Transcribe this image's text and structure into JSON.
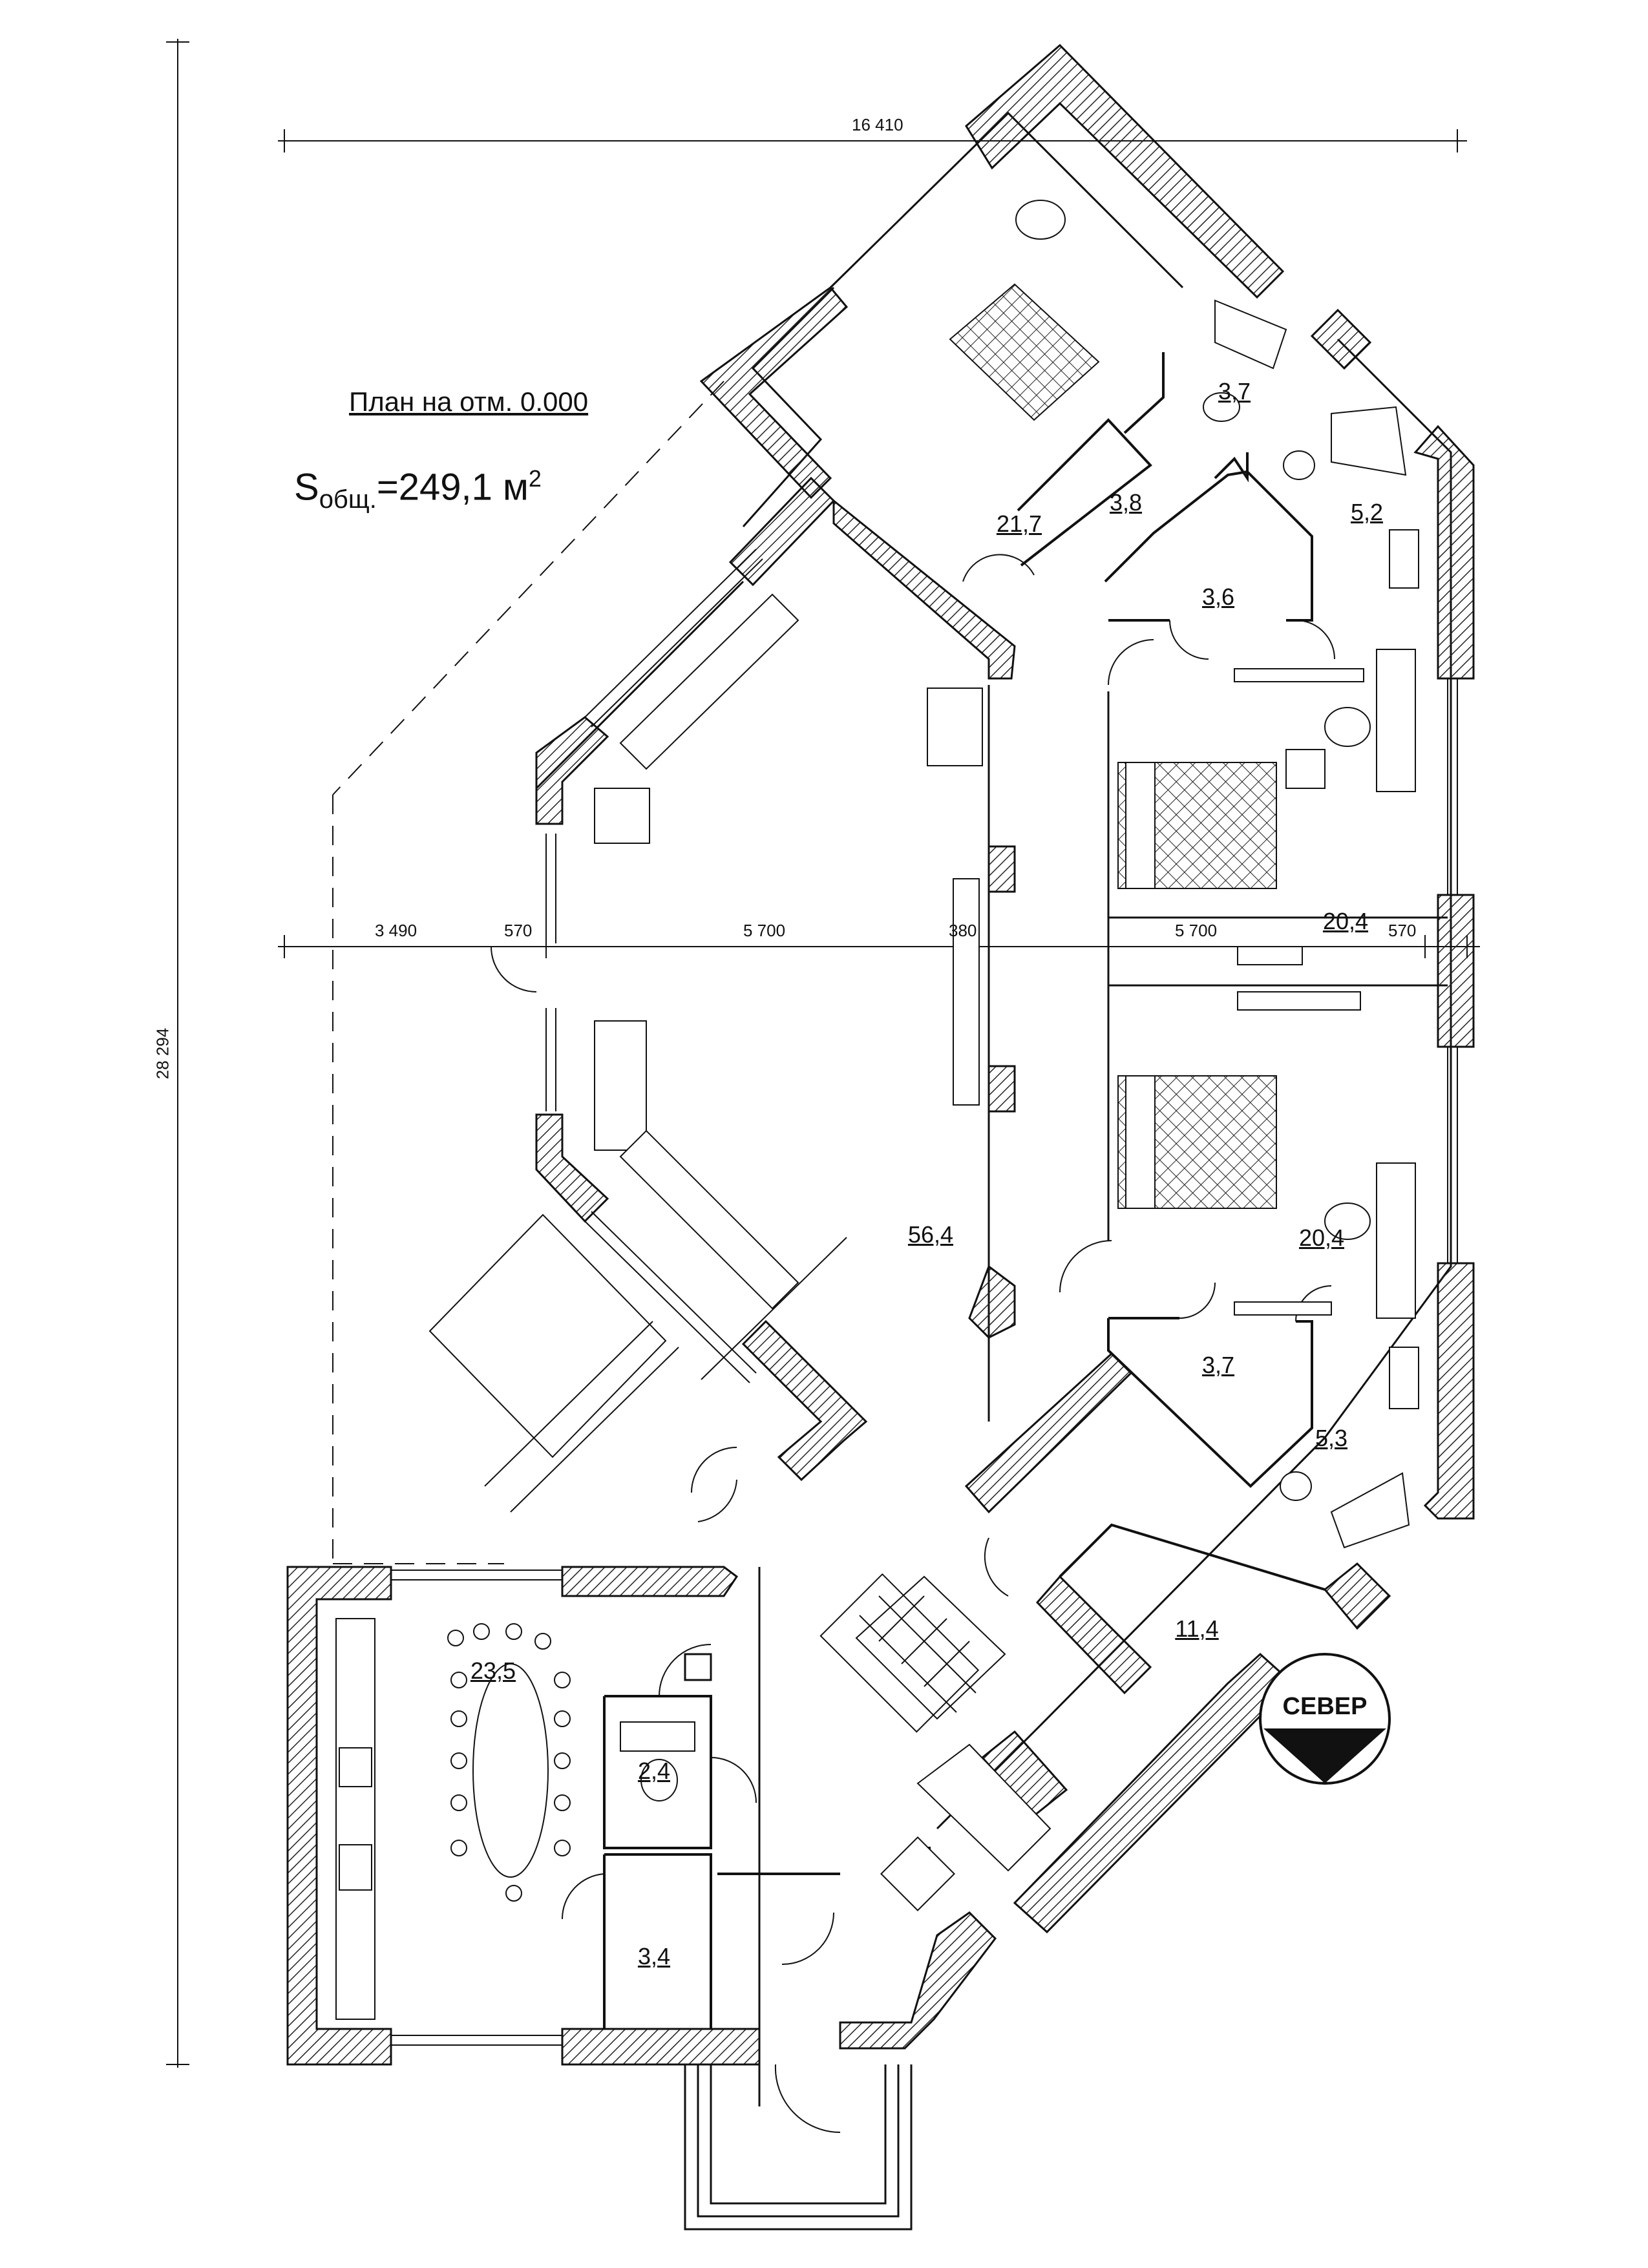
{
  "plan": {
    "title": "План на отм. 0.000",
    "area_prefix": "S",
    "area_sub": "общ.",
    "area_value": "=249,1 м",
    "area_sup": "2",
    "north_label": "СЕВЕР"
  },
  "dimensions": {
    "top_total": "16 410",
    "left_total": "28 294",
    "d1": "3 490",
    "d2": "570",
    "d3": "5 700",
    "d4": "380",
    "d5": "5 700",
    "d6": "570"
  },
  "rooms": [
    {
      "id": "r-bed-top",
      "label": "21,7"
    },
    {
      "id": "r-bath-top-small",
      "label": "3,7"
    },
    {
      "id": "r-closet-top",
      "label": "3,8"
    },
    {
      "id": "r-bath-top-right",
      "label": "5,2"
    },
    {
      "id": "r-hall-top",
      "label": "3,6"
    },
    {
      "id": "r-bed-mid1",
      "label": "20,4"
    },
    {
      "id": "r-bed-mid2",
      "label": "20,4"
    },
    {
      "id": "r-living",
      "label": "56,4"
    },
    {
      "id": "r-hall-low",
      "label": "3,7"
    },
    {
      "id": "r-bath-low",
      "label": "5,3"
    },
    {
      "id": "r-room-11",
      "label": "11,4"
    },
    {
      "id": "r-kitchen",
      "label": "23,5"
    },
    {
      "id": "r-wc",
      "label": "2,4"
    },
    {
      "id": "r-storage",
      "label": "3,4"
    }
  ],
  "colors": {
    "line": "#111111",
    "wall_hatch": "#222222"
  }
}
